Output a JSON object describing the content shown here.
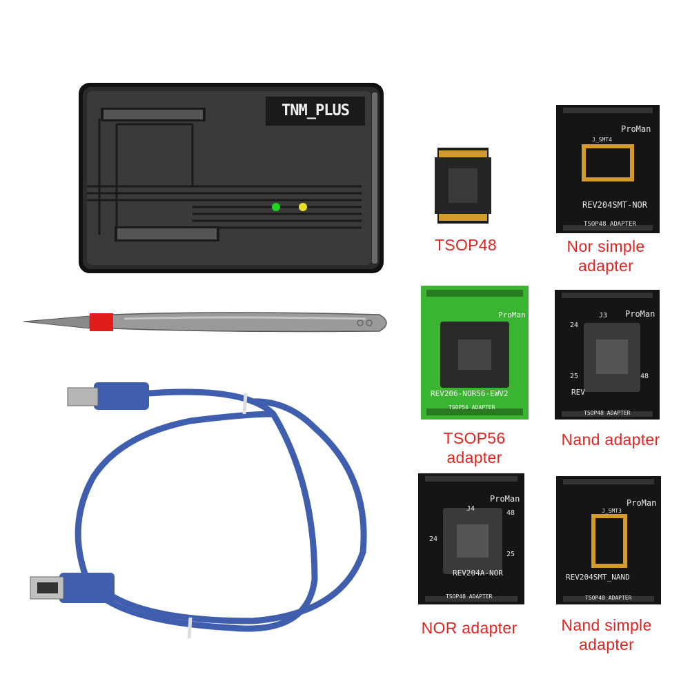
{
  "programmer": {
    "badge": "TNM_PLUS"
  },
  "adapters": [
    {
      "id": "tsop48",
      "caption": [
        "TSOP48"
      ],
      "board_color": "#ffffff"
    },
    {
      "id": "nor-simple",
      "caption": [
        "Nor simple",
        "adapter"
      ],
      "board_color": "#151515",
      "silk": {
        "brand": "ProMan",
        "part": "REV204SMT-NOR",
        "footer": "TSOP48 ADAPTER",
        "ref": "J_SMT4"
      }
    },
    {
      "id": "tsop56",
      "caption": [
        "TSOP56",
        "adapter"
      ],
      "board_color": "#3bb431",
      "silk": {
        "brand": "ProMan",
        "part": "REV206-NOR56-EWV2",
        "footer": "TSOP56 ADAPTER"
      }
    },
    {
      "id": "nand",
      "caption": [
        "Nand adapter"
      ],
      "board_color": "#151515",
      "silk": {
        "brand": "ProMan",
        "part": "REV",
        "footer": "TSOP48 ADAPTER",
        "ref": "J3",
        "pin_a": "24",
        "pin_b": "25",
        "pin_c": "48"
      }
    },
    {
      "id": "nor",
      "caption": [
        "NOR adapter"
      ],
      "board_color": "#151515",
      "silk": {
        "brand": "ProMan",
        "part": "REV204A-NOR",
        "footer": "TSOP48 ADAPTER",
        "ref": "J4",
        "pin_a": "24",
        "pin_b": "25",
        "pin_c": "48"
      }
    },
    {
      "id": "nand-simple",
      "caption": [
        "Nand simple",
        "adapter"
      ],
      "board_color": "#151515",
      "silk": {
        "brand": "ProMan",
        "part": "REV204SMT_NAND",
        "footer": "TSOP48 ADAPTER",
        "ref": "J_SMT3"
      }
    }
  ],
  "colors": {
    "caption": "#e0241f",
    "cable": "#3f5fae",
    "led_green": "#1fd41f",
    "led_yellow": "#e6e02a",
    "tweezer_band": "#e01c1c"
  }
}
